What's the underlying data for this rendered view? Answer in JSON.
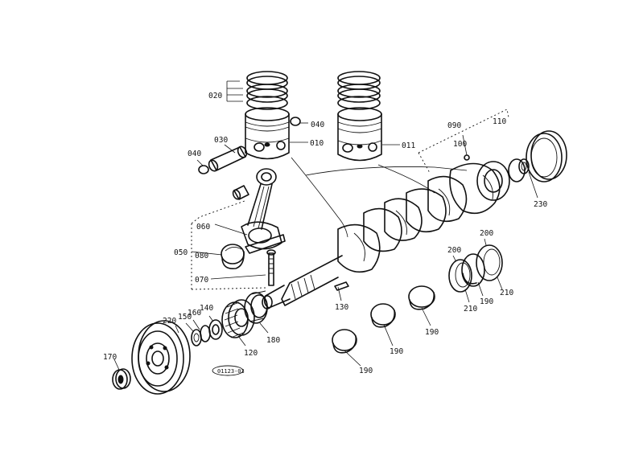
{
  "diagram": {
    "part_labels": {
      "p020": "020",
      "p040a": "040",
      "p010": "010",
      "p011": "011",
      "p030": "030",
      "p040b": "040",
      "p090": "090",
      "p100": "100",
      "p110": "110",
      "p230": "230",
      "p060": "060",
      "p050": "050",
      "p080": "080",
      "p070": "070",
      "p200a": "200",
      "p200b": "200",
      "p210a": "210",
      "p190a": "190",
      "p210b": "210",
      "p130": "130",
      "p190b": "190",
      "p190c": "190",
      "p190d": "190",
      "p140": "140",
      "p160": "160",
      "p150": "150",
      "p220": "220",
      "p120": "120",
      "p180": "180",
      "p170": "170"
    },
    "stamp": "01123-03"
  }
}
